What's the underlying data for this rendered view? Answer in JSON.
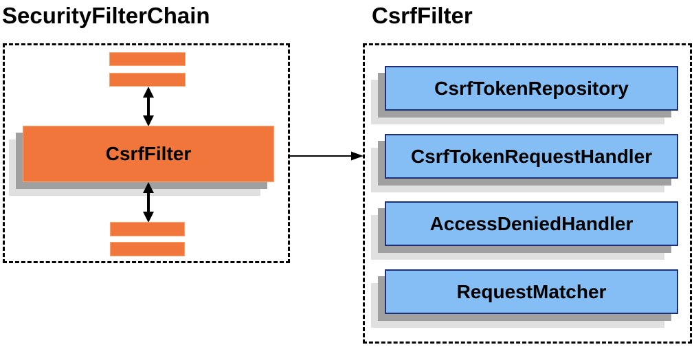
{
  "security_filter_chain_panel": {
    "title": "SecurityFilterChain",
    "filter_box_label": "CsrfFilter"
  },
  "csrf_filter_panel": {
    "title": "CsrfFilter",
    "components": [
      "CsrfTokenRepository",
      "CsrfTokenRequestHandler",
      "AccessDeniedHandler",
      "RequestMatcher"
    ]
  },
  "colors": {
    "orange_fill": "#F0763B",
    "orange_border": "#F9A26C",
    "blue_fill": "#85BEF4",
    "blue_border": "#1C2F78",
    "shadow_dark": "#A0A0A0",
    "shadow_light": "#E0E0E0",
    "arrow": "#000000",
    "text": "#000000",
    "background": "#FFFFFF"
  }
}
